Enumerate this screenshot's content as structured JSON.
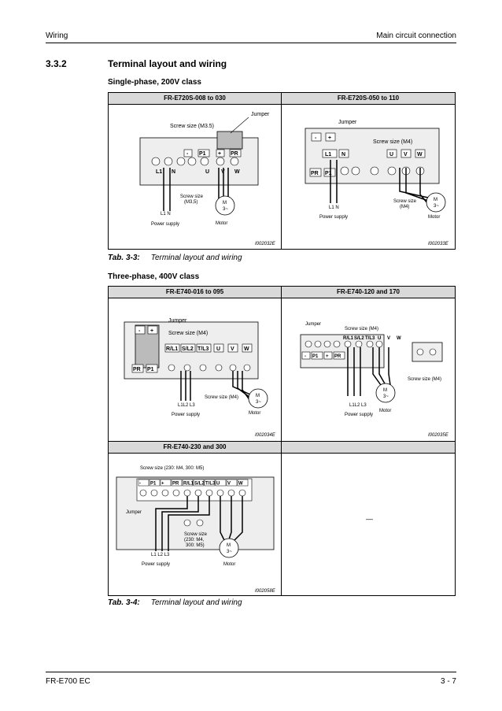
{
  "header": {
    "left": "Wiring",
    "right": "Main circuit connection"
  },
  "section": {
    "number": "3.3.2",
    "title": "Terminal layout and wiring"
  },
  "single_phase": {
    "subtitle": "Single-phase, 200V class",
    "col1": "FR-E720S-008 to 030",
    "col2": "FR-E720S-050 to 110",
    "d1": {
      "jumper": "Jumper",
      "screw": "Screw size (M3.5)",
      "screw2a": "Screw size",
      "screw2b": "(M3,5)",
      "ln": "L1 N",
      "power": "Power supply",
      "motor": "Motor",
      "m": "M",
      "m3": "3~",
      "code": "I002032E",
      "terms_top": [
        "-",
        "P1",
        "+",
        "PR"
      ],
      "terms_bot": [
        "L1",
        "N",
        "U",
        "V",
        "W"
      ]
    },
    "d2": {
      "jumper": "Jumper",
      "screw": "Screw size (M4)",
      "screw2a": "Screw size",
      "screw2b": "(M4)",
      "ln": "L1 N",
      "power": "Power supply",
      "motor": "Motor",
      "m": "M",
      "m3": "3~",
      "code": "I002033E",
      "terms_top": [
        "-",
        "+"
      ],
      "terms_mid": [
        "L1",
        "N",
        "U",
        "V",
        "W"
      ],
      "terms_bot": [
        "PR",
        "P1"
      ]
    }
  },
  "caption1": {
    "label": "Tab. 3-3:",
    "text": "Terminal layout and wiring"
  },
  "three_phase": {
    "subtitle": "Three-phase, 400V class",
    "col1": "FR-E740-016 to 095",
    "col2": "FR-E740-120 and 170",
    "col3": "FR-E740-230 and 300",
    "empty_dash": "—",
    "d3": {
      "jumper": "Jumper",
      "screw": "Screw size (M4)",
      "screw2": "Screw size (M4)",
      "l123": "L1L2 L3",
      "power": "Power supply",
      "motor": "Motor",
      "m": "M",
      "m3": "3~",
      "code": "I002034E",
      "terms_top": [
        "-",
        "+"
      ],
      "terms_mid": [
        "R/L1",
        "S/L2",
        "T/L3",
        "U",
        "V",
        "W"
      ],
      "terms_bot": [
        "PR",
        "P1"
      ]
    },
    "d4": {
      "jumper": "Jumper",
      "screw": "Screw size (M4)",
      "screw2": "Screw size (M4)",
      "l123": "L1L2 L3",
      "power": "Power supply",
      "motor": "Motor",
      "m": "M",
      "m3": "3~",
      "code": "I002035E",
      "terms_top": [
        "R/L1",
        "S/L2",
        "T/L3",
        "U",
        "V",
        "W"
      ],
      "terms_bot": [
        "-",
        "P1",
        "+",
        "PR"
      ]
    },
    "d5": {
      "jumper": "Jumper",
      "screw": "Screw size (230: M4, 300: M5)",
      "screw2a": "Screw size",
      "screw2b": "(230: M4,",
      "screw2c": "300: M5)",
      "l123": "L1 L2 L3",
      "power": "Power supply",
      "motor": "Motor",
      "m": "M",
      "m3": "3~",
      "code": "I002058E",
      "terms": [
        "-",
        "P1",
        "+",
        "PR",
        "R/L1",
        "S/L2",
        "T/L3",
        "U",
        "V",
        "W"
      ]
    }
  },
  "caption2": {
    "label": "Tab. 3-4:",
    "text": "Terminal layout and wiring"
  },
  "footer": {
    "left": "FR-E700 EC",
    "right": "3 - 7"
  }
}
